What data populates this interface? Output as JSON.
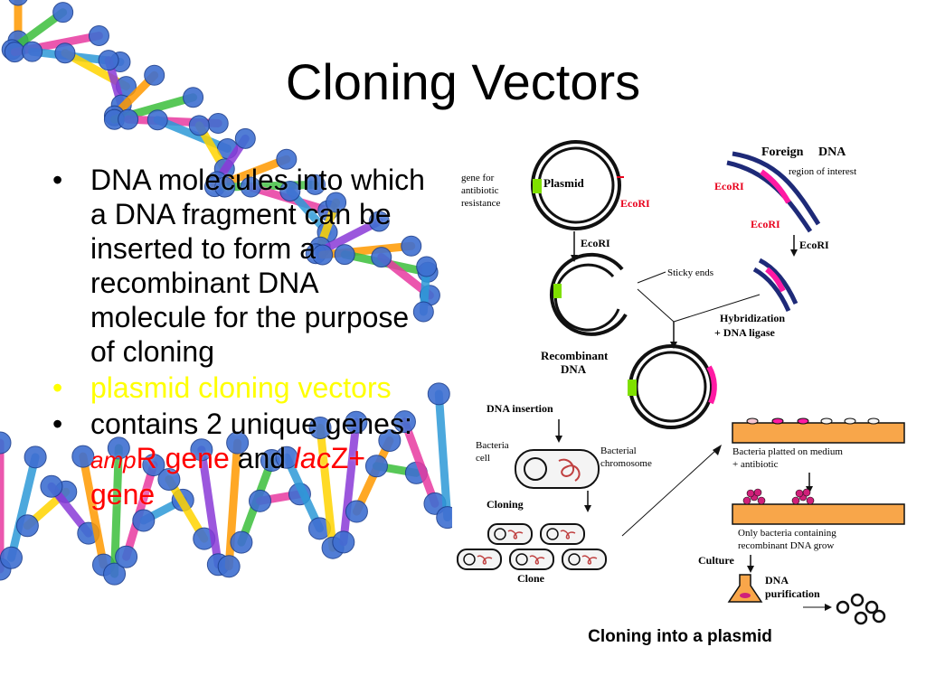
{
  "slide": {
    "title": "Cloning Vectors",
    "bullets": [
      {
        "text": "DNA molecules into which a DNA fragment can be inserted to form a recombinant DNA molecule for the purpose of cloning",
        "color": "#000000"
      },
      {
        "text": "plasmid cloning vectors",
        "color": "#ffff00"
      },
      {
        "prefix": "contains 2 unique genes: ",
        "gene1_italic": "amp",
        "gene1_rest": "R gene",
        "connector": " and ",
        "gene2_italic": "lac",
        "gene2_rest": "Z+ gene",
        "color": "#000000",
        "gene_color": "#ff0000"
      }
    ],
    "bullet_glyph": "•"
  },
  "diagram": {
    "caption": "Cloning into a plasmid",
    "labels": {
      "gene_for": "gene for",
      "antibiotic": "antibiotic",
      "resistance": "resistance",
      "plasmid": "Plasmid",
      "ecori": "EcoRI",
      "foreign": "Foreign",
      "dna": "DNA",
      "region_of_interest": "region of interest",
      "sticky_ends": "Sticky ends",
      "hybridization": "Hybridization",
      "dna_ligase": "+ DNA ligase",
      "recombinant": "Recombinant",
      "dna_insertion": "DNA insertion",
      "bacteria": "Bacteria",
      "cell": "cell",
      "bacterial": "Bacterial",
      "chromosome": "chromosome",
      "bacteria_platted": "Bacteria platted on medium",
      "plus_antibiotic": "+ antibiotic",
      "only_bacteria": "Only bacteria containing",
      "recombinant_grow": "recombinant DNA grow",
      "cloning": "Cloning",
      "clone": "Clone",
      "culture": "Culture",
      "purification": "purification"
    },
    "colors": {
      "ecori_red": "#e8001c",
      "dna_navy": "#1e2a78",
      "magenta": "#ff1aa3",
      "green": "#7fe000",
      "plate_orange": "#f8a64a"
    }
  }
}
